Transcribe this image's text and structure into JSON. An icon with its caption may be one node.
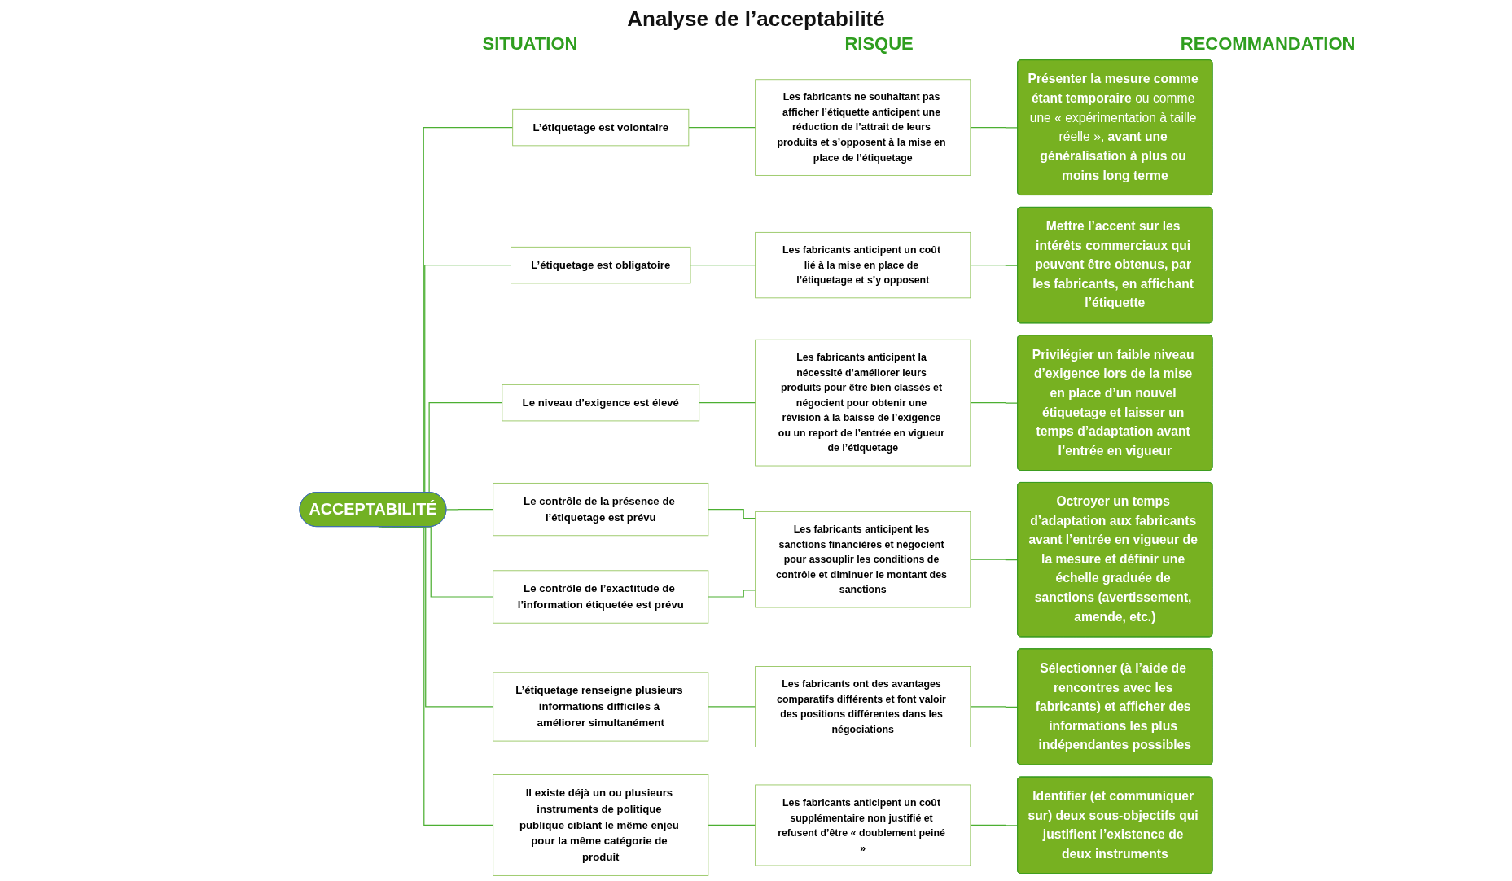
{
  "diagram": {
    "title": "Analyse de l’acceptabilité",
    "nodes": [
      {
        "text": [
          "ACCEPTABILITÉ"
        ]
      },
      {
        "text": [
          "L’étiquetage est volontaire"
        ]
      },
      {
        "text": [
          "L’étiquetage est obligatoire"
        ]
      },
      {
        "text": [
          "Le niveau d’exigence est élevé"
        ]
      },
      {
        "text": [
          "Le contrôle de la présence de l’étiquetage est prévu"
        ]
      },
      {
        "text": [
          "Le contrôle de l’exactitude de l’information étiquetée est prévu"
        ]
      },
      {
        "text": [
          "L’étiquetage renseigne plusieurs informations difficiles à améliorer simultanément"
        ]
      },
      {
        "text": [
          "Il existe déjà un ou plusieurs instruments de politique publique ciblant le même enjeu pour la même catégorie de produit"
        ]
      },
      {
        "text": [
          "Les fabricants ne souhaitant pas afficher l’étiquette anticipent une réduction de l’attrait de leurs produits et s’opposent à la mise en place de l’étiquetage"
        ]
      },
      {
        "text": [
          "Les fabricants anticipent un coût lié à la mise en place de l’étiquetage et s’y opposent"
        ]
      },
      {
        "text": [
          "Les fabricants anticipent la nécessité d’améliorer leurs produits pour être bien classés et négocient pour obtenir une révision à la baisse de l’exigence ou un report de l’entrée en vigueur de l’étiquetage"
        ]
      },
      {
        "text": [
          "Les fabricants anticipent les sanctions financières et négocient pour assouplir les conditions de contrôle et diminuer le montant des sanctions"
        ]
      },
      {
        "text": [
          "Les fabricants ont des avantages comparatifs différents et font valoir des positions différentes dans les négociations"
        ]
      },
      {
        "text": [
          "Les fabricants anticipent un coût supplémentaire non justifié et refusent d’être « doublement peiné »"
        ]
      },
      {
        "text": [
          "**Présenter la mesure comme étant temporaire** ou comme une « expérimentation à taille réelle », **avant une généralisation à plus ou moins long terme**"
        ]
      },
      {
        "text": [
          "Mettre l’accent sur les intérêts commerciaux qui peuvent être obtenus, par les fabricants, en affichant l’étiquette"
        ]
      },
      {
        "text": [
          "Privilégier un faible niveau d’exigence lors de la mise en place d’un nouvel étiquetage et laisser un temps d’adaptation avant l’entrée en vigueur"
        ]
      },
      {
        "text": [
          "Octroyer un temps d’adaptation aux fabricants avant l’entrée en vigueur de la mesure et définir une échelle graduée de sanctions (avertissement, amende, etc.)"
        ]
      },
      {
        "text": [
          "Sélectionner (à l’aide de rencontres avec les fabricants) et afficher des informations les plus indépendantes possibles"
        ]
      },
      {
        "text": [
          "Identifier (et communiquer sur) deux sous-objectifs qui justifient l’existence de deux instruments"
        ]
      }
    ],
    "edges": [
      {
        "from": 0,
        "to": 1,
        "arrow": "none"
      },
      {
        "from": 0,
        "to": 2,
        "arrow": "none"
      },
      {
        "from": 0,
        "to": 3,
        "arrow": "none"
      },
      {
        "from": 0,
        "to": 4,
        "arrow": "none"
      },
      {
        "from": 0,
        "to": 5,
        "arrow": "none"
      },
      {
        "from": 0,
        "to": 6,
        "arrow": "none"
      },
      {
        "from": 0,
        "to": 7,
        "arrow": "none"
      },
      {
        "from": 1,
        "to": 8,
        "arrow": "none"
      },
      {
        "from": 2,
        "to": 9,
        "arrow": "none"
      },
      {
        "from": 3,
        "to": 10,
        "arrow": "none"
      },
      {
        "from": 4,
        "to": 11,
        "arrow": "none"
      },
      {
        "from": 5,
        "to": 11,
        "arrow": "none"
      },
      {
        "from": 6,
        "to": 12,
        "arrow": "none"
      },
      {
        "from": 7,
        "to": 13,
        "arrow": "none"
      },
      {
        "from": 8,
        "to": 14,
        "arrow": "none"
      },
      {
        "from": 9,
        "to": 15,
        "arrow": "none"
      },
      {
        "from": 10,
        "to": 16,
        "arrow": "none"
      },
      {
        "from": 11,
        "to": 17,
        "arrow": "none"
      },
      {
        "from": 12,
        "to": 18,
        "arrow": "none"
      },
      {
        "from": 13,
        "to": 19,
        "arrow": "none"
      }
    ],
    "labels": [
      "SITUATION",
      "RISQUE",
      "RECOMMANDATION"
    ]
  }
}
